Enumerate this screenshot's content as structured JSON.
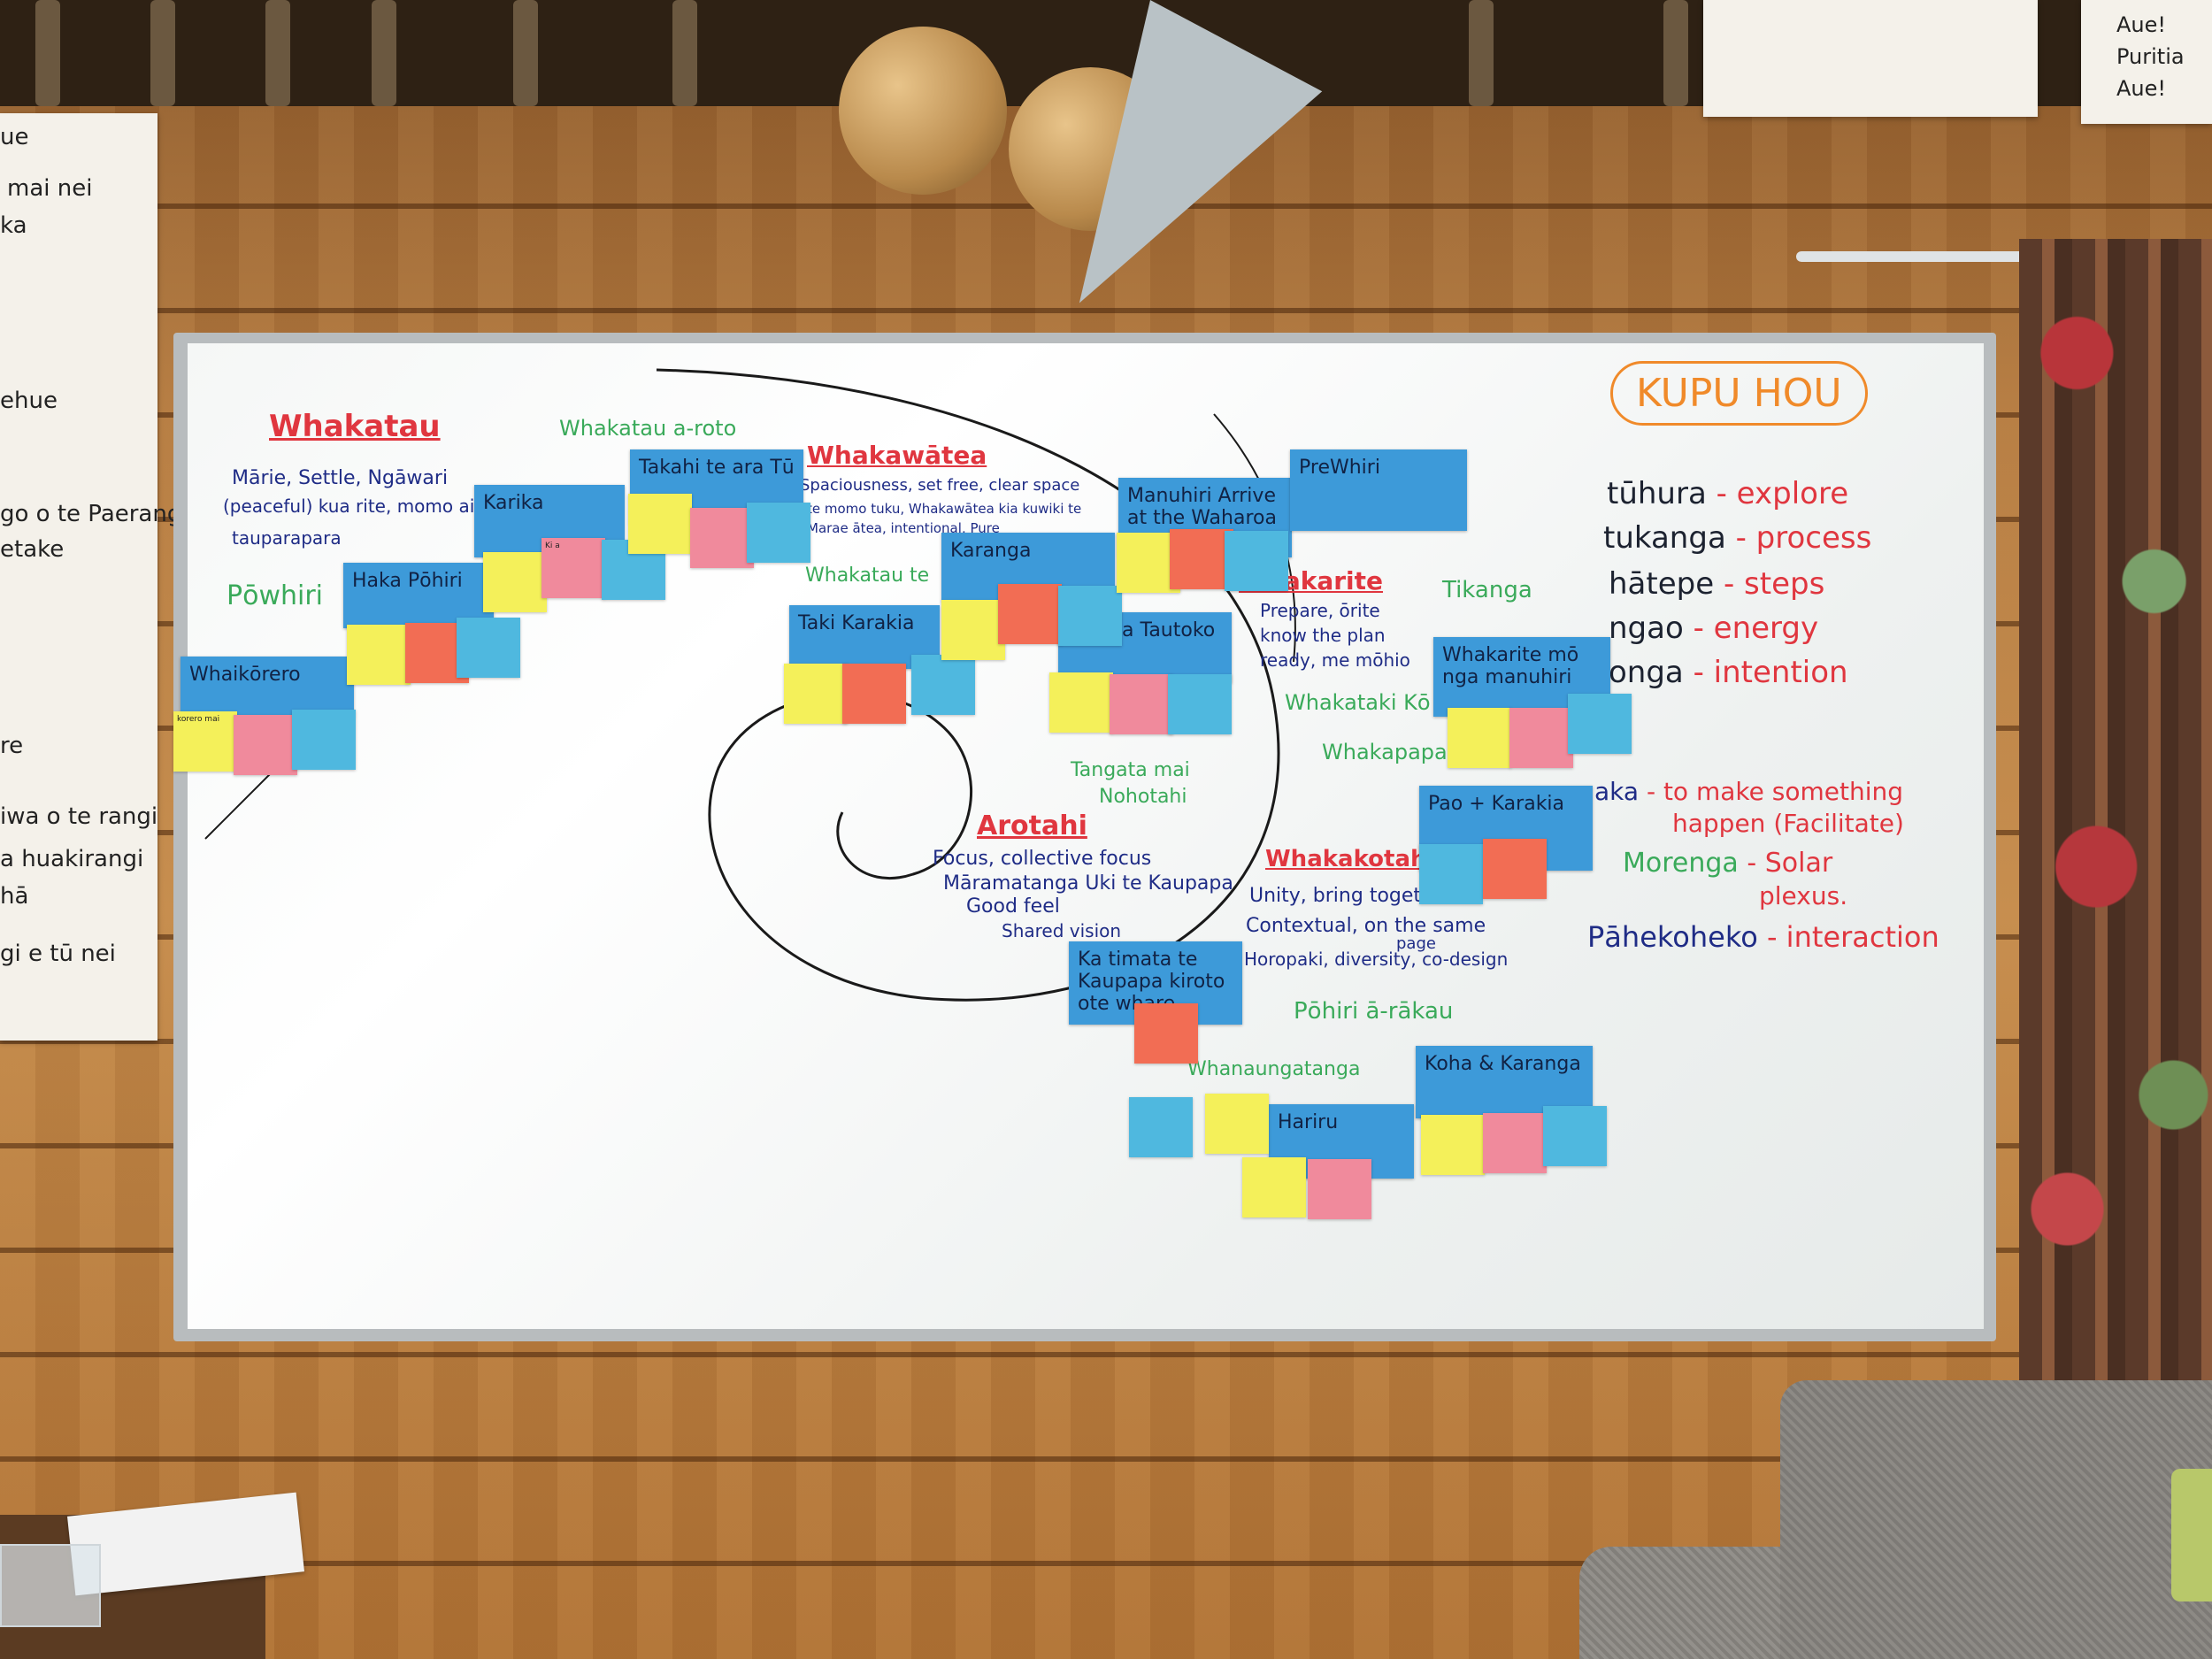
{
  "left_poster": {
    "lines": [
      "ue",
      "mai nei",
      "ka",
      "ehue",
      "go o te Paerangi",
      "etake",
      "re",
      "iwa o te rangi",
      "a huakirangi",
      "hā",
      "gi e tū nei"
    ]
  },
  "right_poster": {
    "lines": [
      "Aue!",
      "Puritia",
      "Aue!"
    ]
  },
  "board": {
    "whakatau": {
      "title": "Whakatau",
      "lines": [
        "Mārie, Settle, Ngāwari",
        "(peaceful) kua rite, momo aio",
        "tauparapara"
      ]
    },
    "whakatau_a_roto": "Whakatau a-roto",
    "powhiri": "Pōwhiri",
    "whakawatea": {
      "title": "Whakawātea",
      "lines": [
        "Spaciousness, set free, clear space",
        "te momo tuku, Whakawātea kia kuwiki te",
        "Marae ātea, intentional, Pure"
      ]
    },
    "whakatau_te": "Whakatau te",
    "whakarite": {
      "title": "Whakarite",
      "lines": [
        "Prepare, ōrite",
        "know the plan",
        "ready, me mōhio"
      ]
    },
    "tikanga": "Tikanga",
    "whakataki_ko": "Whakataki Kō",
    "whakapapa": "Whakapapa",
    "tangata_mai": "Tangata mai",
    "nohotahi": "Nohotahi",
    "arotahi": {
      "title": "Arotahi",
      "lines": [
        "Focus, collective focus",
        "Māramatanga Uki te Kaupapa",
        "Good feel",
        "Shared vision"
      ]
    },
    "whakakotahi": {
      "title": "Whakakotahi",
      "lines": [
        "Unity, bring together",
        "Contextual, on the same",
        "page",
        "Horopaki, diversity, co-design"
      ]
    },
    "pohiri_a_rakau": "Pōhiri ā-rākau",
    "whanaungatanga": "Whanaungatanga",
    "kupu_hou": {
      "title": "KUPU HOU",
      "terms": [
        {
          "word": "tūhura",
          "meaning": "- explore"
        },
        {
          "word": "tukanga",
          "meaning": "- process"
        },
        {
          "word": "hātepe",
          "meaning": "- steps"
        },
        {
          "word": "ngao",
          "meaning": "- energy"
        },
        {
          "word": "onga",
          "meaning": "- intention"
        },
        {
          "word": "aka",
          "meaning": "- to make something"
        },
        {
          "word": "",
          "meaning": "happen (Facilitate)"
        },
        {
          "word": "Morenga",
          "meaning": "- Solar"
        },
        {
          "word": "",
          "meaning": "plexus."
        },
        {
          "word": "Pāhekoheko",
          "meaning": "- interaction"
        }
      ]
    },
    "cards": [
      {
        "label": "Whaikōrero"
      },
      {
        "label": "Haka Pōhiri"
      },
      {
        "label": "Karika"
      },
      {
        "label": "Takahi te ara Tū"
      },
      {
        "label": "Taki Karakia"
      },
      {
        "label": "Karanga"
      },
      {
        "label": "Manuhiri Arrive at the Waharoa"
      },
      {
        "label": "PreWhiri"
      },
      {
        "label": "Waiata Tautoko"
      },
      {
        "label": "Whakarite mō nga manuhiri"
      },
      {
        "label": "Pao + Karakia"
      },
      {
        "label": "Ka timata te Kaupapa kiroto ote whare"
      },
      {
        "label": "Hariru"
      },
      {
        "label": "Koha & Karanga"
      }
    ],
    "sticky_notes": [
      {
        "text": "korero mai",
        "color": "#f4f05a"
      },
      {
        "text": "",
        "color": "#f08a9c"
      },
      {
        "text": "",
        "color": "#4fb8df"
      },
      {
        "text": "",
        "color": "#f4f05a"
      },
      {
        "text": "",
        "color": "#f08a9c"
      },
      {
        "text": "",
        "color": "#4fb8df"
      },
      {
        "text": "",
        "color": "#f4f05a"
      },
      {
        "text": "Ki a",
        "color": "#f08a9c"
      },
      {
        "text": "",
        "color": "#4fb8df"
      },
      {
        "text": "",
        "color": "#f4f05a"
      },
      {
        "text": "",
        "color": "#f08a9c"
      },
      {
        "text": "",
        "color": "#4fb8df"
      },
      {
        "text": "",
        "color": "#f4f05a"
      },
      {
        "text": "",
        "color": "#f26d54"
      },
      {
        "text": "",
        "color": "#4fb8df"
      },
      {
        "text": "",
        "color": "#f4f05a"
      },
      {
        "text": "",
        "color": "#f08a9c"
      },
      {
        "text": "",
        "color": "#4fb8df"
      },
      {
        "text": "",
        "color": "#f4f05a"
      },
      {
        "text": "",
        "color": "#f08a9c"
      },
      {
        "text": "",
        "color": "#4fb8df"
      },
      {
        "text": "",
        "color": "#f4f05a"
      },
      {
        "text": "",
        "color": "#f08a9c"
      },
      {
        "text": "",
        "color": "#4fb8df"
      },
      {
        "text": "",
        "color": "#f4f05a"
      },
      {
        "text": "",
        "color": "#f08a9c"
      },
      {
        "text": "",
        "color": "#4fb8df"
      },
      {
        "text": "",
        "color": "#4fb8df"
      },
      {
        "text": "",
        "color": "#f26d54"
      },
      {
        "text": "",
        "color": "#f26d54"
      },
      {
        "text": "",
        "color": "#4fb8df"
      },
      {
        "text": "",
        "color": "#f4f05a"
      },
      {
        "text": "",
        "color": "#f4f05a"
      },
      {
        "text": "",
        "color": "#f08a9c"
      },
      {
        "text": "",
        "color": "#f4f05a"
      },
      {
        "text": "",
        "color": "#f08a9c"
      },
      {
        "text": "",
        "color": "#4fb8df"
      }
    ]
  }
}
